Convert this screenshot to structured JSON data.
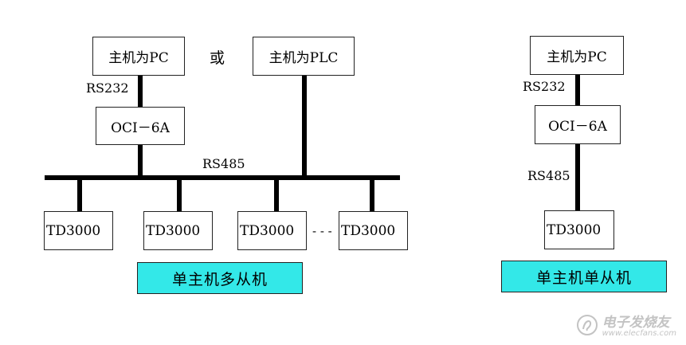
{
  "left_diagram": {
    "host_pc": "主机为PC",
    "or_text": "或",
    "host_plc": "主机为PLC",
    "rs232": "RS232",
    "converter": "OCI－6A",
    "rs485": "RS485",
    "slaves": [
      "TD3000",
      "TD3000",
      "TD3000",
      "TD3000"
    ],
    "ellipsis": "- - -",
    "caption": "单主机多从机"
  },
  "right_diagram": {
    "host_pc": "主机为PC",
    "rs232": "RS232",
    "converter": "OCI－6A",
    "rs485": "RS485",
    "slave": "TD3000",
    "caption": "单主机单从机"
  },
  "watermark": {
    "cn": "电子发烧友",
    "en": "www.elecfans.com",
    "icon": "elecfans-logo-icon"
  },
  "colors": {
    "caption_fill": "#33e8e8",
    "line": "#000000",
    "watermark": "#bdbdbd"
  }
}
